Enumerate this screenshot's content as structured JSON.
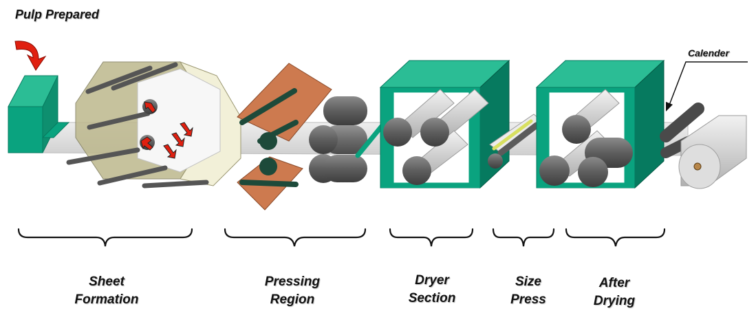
{
  "annotations": {
    "pulp": "Pulp Prepared",
    "calender": "Calender"
  },
  "stages": [
    {
      "id": "sheet-formation",
      "line1": "Sheet",
      "line2": "Formation"
    },
    {
      "id": "pressing-region",
      "line1": "Pressing",
      "line2": "Region"
    },
    {
      "id": "dryer-section",
      "line1": "Dryer",
      "line2": "Section"
    },
    {
      "id": "size-press",
      "line1": "Size",
      "line2": "Press"
    },
    {
      "id": "after-drying",
      "line1": "After",
      "line2": "Drying"
    }
  ],
  "colors": {
    "box_green": "#0aa37f",
    "box_green_dark": "#067a5f",
    "sheet": "#e3e3e3",
    "roll_dark": "#5b5b5b",
    "press_felt": "#cd7a4f",
    "former_felt": "#bdb88d",
    "arrow_red": "#e02010",
    "size_yellow": "#d8e060"
  }
}
